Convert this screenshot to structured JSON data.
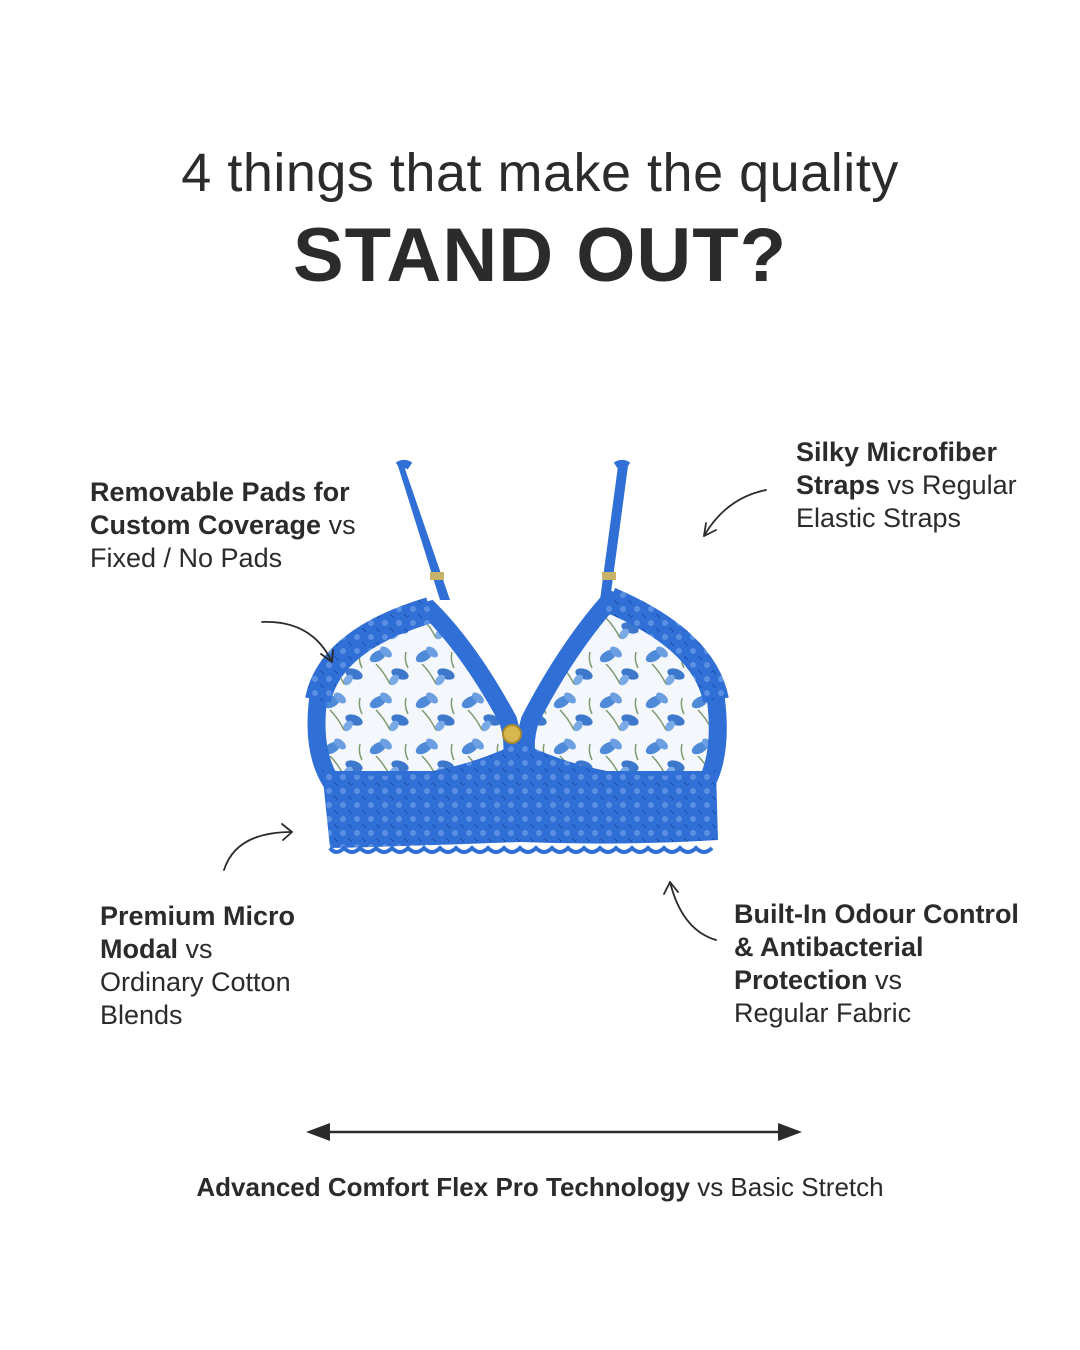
{
  "headline": {
    "line1": "4 things that make the quality",
    "line2": "STAND OUT?"
  },
  "features": [
    {
      "bold": "Removable Pads for Custom Coverage",
      "vs": " vs",
      "rest": "Fixed / No Pads"
    },
    {
      "bold": "Silky Microfiber Straps",
      "vs": " vs Regular",
      "rest": "Elastic Straps"
    },
    {
      "bold": "Premium Micro Modal",
      "vs": " vs",
      "rest": "Ordinary Cotton Blends"
    },
    {
      "bold": "Built-In Odour Control & Antibacterial Protection",
      "vs": " vs",
      "rest": "Regular Fabric"
    },
    {
      "bold": "Advanced Comfort Flex Pro Technology",
      "vs": " vs Basic Stretch"
    }
  ],
  "colors": {
    "text": "#2b2b2b",
    "lace": "#2f6fd6",
    "lace_dark": "#1f55b8",
    "print": "#4f8ad8"
  }
}
